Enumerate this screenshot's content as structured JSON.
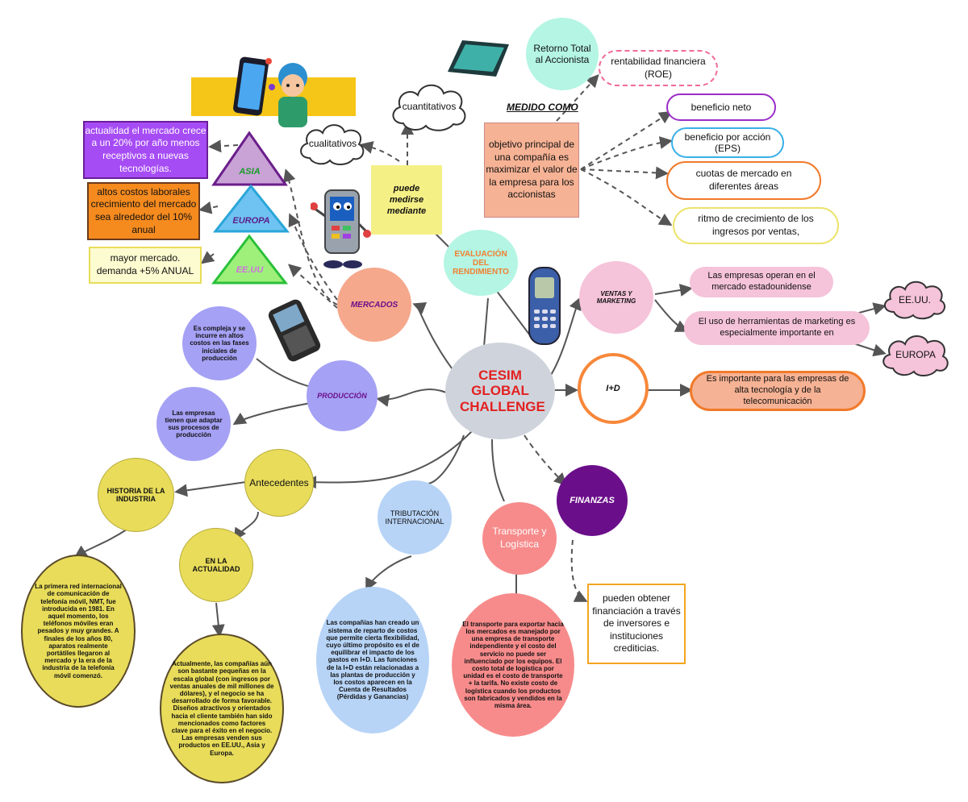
{
  "center": {
    "title": "CESIM GLOBAL CHALLENGE"
  },
  "evaluacion": {
    "label": "EVALUACIÓN DEL RENDIMIENTO",
    "note": "puede medirse mediante",
    "cuantitativos": "cuantitativos",
    "cualitativos": "cualitativos",
    "medido_como": "MEDIDO COMO",
    "objetivo": "objetivo principal de una compañía es maximizar el valor de la empresa para los accionistas",
    "retorno": "Retorno Total al Accionista",
    "roe": "rentabilidad financiera (ROE)",
    "beneficio_neto": "beneficio neto",
    "eps": "beneficio por acción (EPS)",
    "cuotas": "cuotas de mercado en diferentes áreas",
    "ritmo": "ritmo de crecimiento de los ingresos por ventas,"
  },
  "mercados": {
    "label": "MERCADOS",
    "asia": "ASIA",
    "europa": "EUROPA",
    "eeuu": "EE.UU",
    "asia_text": "actualidad el mercado crece a un 20% por año menos receptivos a nuevas tecnologías.",
    "europa_text": "altos costos laborales crecimiento del mercado sea alrededor del 10% anual",
    "eeuu_text": "mayor mercado. demanda +5% ANUAL"
  },
  "ventas": {
    "label": "VENTAS Y MARKETING",
    "operan": "Las empresas operan en el mercado estadounidense",
    "uso": "El uso de herramientas de marketing es especialmente importante en",
    "eeuu": "EE.UU.",
    "europa": "EUROPA"
  },
  "id": {
    "label": "I+D",
    "text": "Es importante para las empresas de alta tecnología y de la telecomunicación"
  },
  "finanzas": {
    "label": "FINANZAS",
    "text": "pueden obtener financiación a través de inversores e instituciones crediticias."
  },
  "transporte": {
    "label": "Transporte y Logística",
    "text": "El transporte para exportar hacia los mercados es manejado por una empresa de transporte independiente y el costo del servicio no puede ser influenciado por los equipos. El costo total de logística por unidad es el costo de transporte + la tarifa. No existe costo de logística cuando los productos son fabricados y vendidos en la misma área."
  },
  "tributacion": {
    "label": "TRIBUTACIÓN INTERNACIONAL",
    "text": "Las compañías han creado un sistema de reparto de costos que permite cierta flexibilidad, cuyo último propósito es el de equilibrar el impacto de los gastos en I+D. Las funciones de la I+D están relacionadas a las plantas de producción y los costos aparecen en la Cuenta de Resultados (Pérdidas y Ganancias)"
  },
  "produccion": {
    "label": "PRODUCCIÓN",
    "compleja": "Es compleja y se incurre en altos costos en las fases iniciales de producción",
    "adaptar": "Las empresas tienen que adaptar sus procesos de producción"
  },
  "antecedentes": {
    "label": "Antecedentes",
    "historia": "HISTORIA DE LA INDUSTRIA",
    "actualidad": "EN LA ACTUALIDAD",
    "historia_text": "La primera red internacional de comunicación de telefonía móvil, NMT, fue introducida en 1981. En aquel momento, los teléfonos móviles eran pesados y muy grandes. A finales de los años 80, aparatos realmente portátiles llegaron al mercado y la era de la industria de la telefonía móvil comenzó.",
    "actualidad_text": "Actualmente, las compañías aún son bastante pequeñas en la escala global (con ingresos por ventas anuales de mil millones de dólares), y el negocio se ha desarrollado de forma favorable. Diseños atractivos y orientados hacia el cliente también han sido mencionados como factores clave para el éxito en el negocio. Las empresas venden sus productos en EE.UU., Asia y Europa."
  },
  "colors": {
    "yellow": "#e8dc5a",
    "purple_light": "#a5a1f5",
    "pink": "#f5a88c",
    "mint": "#b4f5e3",
    "blue_light": "#b7d4f7",
    "red_light": "#f78b8b",
    "violet_dark": "#6b0e8a",
    "orange": "#f7873a",
    "grey": "#cfd4dc",
    "peach": "#f6b294"
  }
}
